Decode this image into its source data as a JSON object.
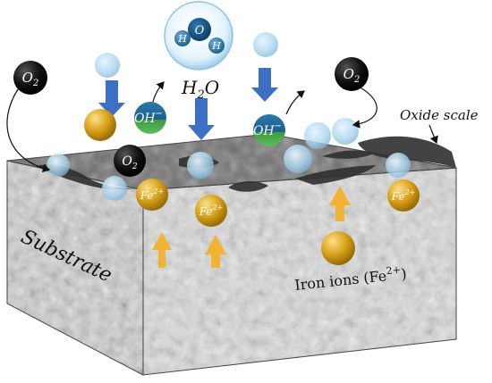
{
  "labels": {
    "water": "H",
    "water_sub": "2",
    "water_o": "O",
    "water_mol_o": "O",
    "water_mol_h1": "H",
    "water_mol_h2": "H",
    "oxide_scale": "Oxide scale",
    "substrate": "Substrate",
    "iron_ions": "Iron ions (Fe",
    "iron_ions_sup": "2+",
    "iron_ions_close": ")",
    "o2": "O",
    "o2_sub": "2",
    "oh": "OH",
    "oh_sup": "−",
    "fe": "Fe",
    "fe_sup": "2+"
  },
  "colors": {
    "iron": "#d9a31a",
    "oxygen": "#111111",
    "hydroxide_top": "#1f5f8b",
    "hydroxide_bottom": "#4caf50",
    "arrow_blue": "#3d6fc4",
    "arrow_yellow": "#f2b233",
    "bubble": "#a9d3ee",
    "scale": "#3a3a3a"
  }
}
